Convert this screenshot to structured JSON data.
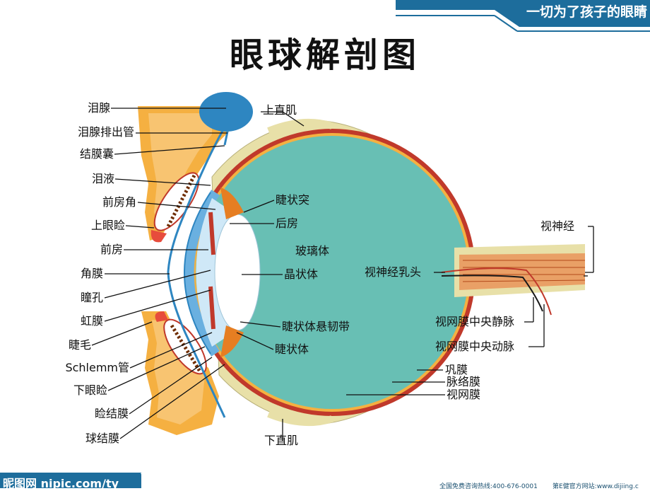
{
  "banner": {
    "text": "一切为了孩子的眼睛"
  },
  "title": "眼球解剖图",
  "labels_left": [
    "泪腺",
    "泪腺排出管",
    "结膜囊",
    "泪液",
    "前房角",
    "上眼睑",
    "前房",
    "角膜",
    "瞳孔",
    "虹膜",
    "睫毛",
    "Schlemm管",
    "下眼睑",
    "睑结膜",
    "球结膜"
  ],
  "labels_inner": [
    "上直肌",
    "睫状突",
    "后房",
    "玻璃体",
    "晶状体",
    "睫状体悬韧带",
    "睫状体",
    "下直肌"
  ],
  "labels_right": [
    "视神经",
    "视神经乳头",
    "视网膜中央静脉",
    "视网膜中央动脉",
    "巩膜",
    "脉络膜",
    "视网膜"
  ],
  "footer": {
    "watermark": "昵图网 nipic.com/ty",
    "hotline": "全国免费咨询热线:400-676-0001",
    "website": "第E健官方网站:www.dijiing.c"
  },
  "colors": {
    "banner": "#1d6d9c",
    "vitreous": "#68bfb4",
    "sclera": "#e8e0a8",
    "choroid": "#c0392b",
    "cornea": "#6ab0e0"
  }
}
